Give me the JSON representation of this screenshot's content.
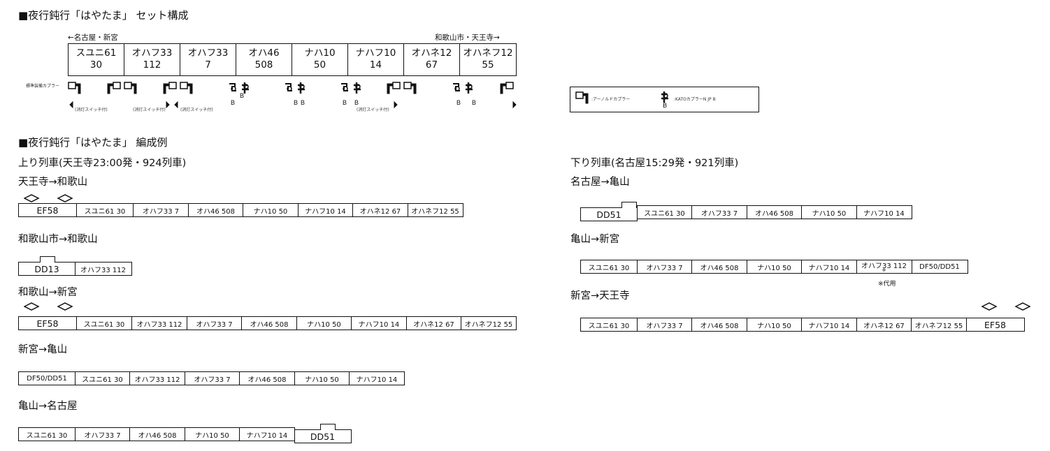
{
  "heading_set": "■夜行鈍行「はやたま」 セット構成",
  "dir_left": "←名古屋・新宮",
  "dir_right": "和歌山市・天王寺→",
  "set_cars": [
    {
      "name": "スユニ61",
      "num": "30"
    },
    {
      "name": "オハフ33",
      "num": "112"
    },
    {
      "name": "オハフ33",
      "num": "7"
    },
    {
      "name": "オハ46",
      "num": "508"
    },
    {
      "name": "ナハ10",
      "num": "50"
    },
    {
      "name": "ナハフ10",
      "num": "14"
    },
    {
      "name": "オハネ12",
      "num": "67"
    },
    {
      "name": "オハネフ12",
      "num": "55"
    }
  ],
  "coupler_label": "標準装備カプラー",
  "b_marks": [
    "B",
    "B",
    "B",
    "B",
    "B",
    "B",
    "B",
    "B"
  ],
  "lamp_notes": [
    "(消灯スイッチ付)",
    "(消灯スイッチ付)",
    "(消灯スイッチ付)",
    "(消灯スイッチ付)"
  ],
  "legend": {
    "arnold": ":アーノルドカプラー",
    "kato": ":KATOカプラーN JP B",
    "b": "B"
  },
  "heading_form": "■夜行鈍行「はやたま」 編成例",
  "up_title": "上り列車(天王寺23:00発・924列車)",
  "down_title": "下り列車(名古屋15:29発・921列車)",
  "up": {
    "s1": {
      "label": "天王寺→和歌山",
      "cars": [
        "EF58",
        "スユニ61 30",
        "オハフ33 7",
        "オハ46 508",
        "ナハ10 50",
        "ナハフ10 14",
        "オハネ12 67",
        "オハネフ12 55"
      ]
    },
    "s2": {
      "label": "和歌山市→和歌山",
      "cars": [
        "DD13",
        "オハフ33 112"
      ]
    },
    "s3": {
      "label": "和歌山→新宮",
      "cars": [
        "EF58",
        "スユニ61 30",
        "オハフ33 112",
        "オハフ33 7",
        "オハ46 508",
        "ナハ10 50",
        "ナハフ10 14",
        "オハネ12 67",
        "オハネフ12 55"
      ]
    },
    "s4": {
      "label": "新宮→亀山",
      "cars": [
        "DF50/DD51",
        "スユニ61 30",
        "オハフ33 112",
        "オハフ33 7",
        "オハ46 508",
        "ナハ10 50",
        "ナハフ10 14"
      ]
    },
    "s5": {
      "label": "亀山→名古屋",
      "cars": [
        "スユニ61 30",
        "オハフ33 7",
        "オハ46 508",
        "ナハ10 50",
        "ナハフ10 14",
        "DD51"
      ]
    }
  },
  "down": {
    "s1": {
      "label": "名古屋→亀山",
      "cars": [
        "DD51",
        "スユニ61 30",
        "オハフ33 7",
        "オハ46 508",
        "ナハ10 50",
        "ナハフ10 14"
      ]
    },
    "s2": {
      "label": "亀山→新宮",
      "cars": [
        "スユニ61 30",
        "オハフ33 7",
        "オハ46 508",
        "ナハ10 50",
        "ナハフ10 14",
        "オハフ33 112",
        "DF50/DD51"
      ],
      "note_mark": "※",
      "note": "※代用"
    },
    "s3": {
      "label": "新宮→天王寺",
      "cars": [
        "スユニ61 30",
        "オハフ33 7",
        "オハ46 508",
        "ナハ10 50",
        "ナハフ10 14",
        "オハネ12 67",
        "オハネフ12 55",
        "EF58"
      ]
    }
  }
}
